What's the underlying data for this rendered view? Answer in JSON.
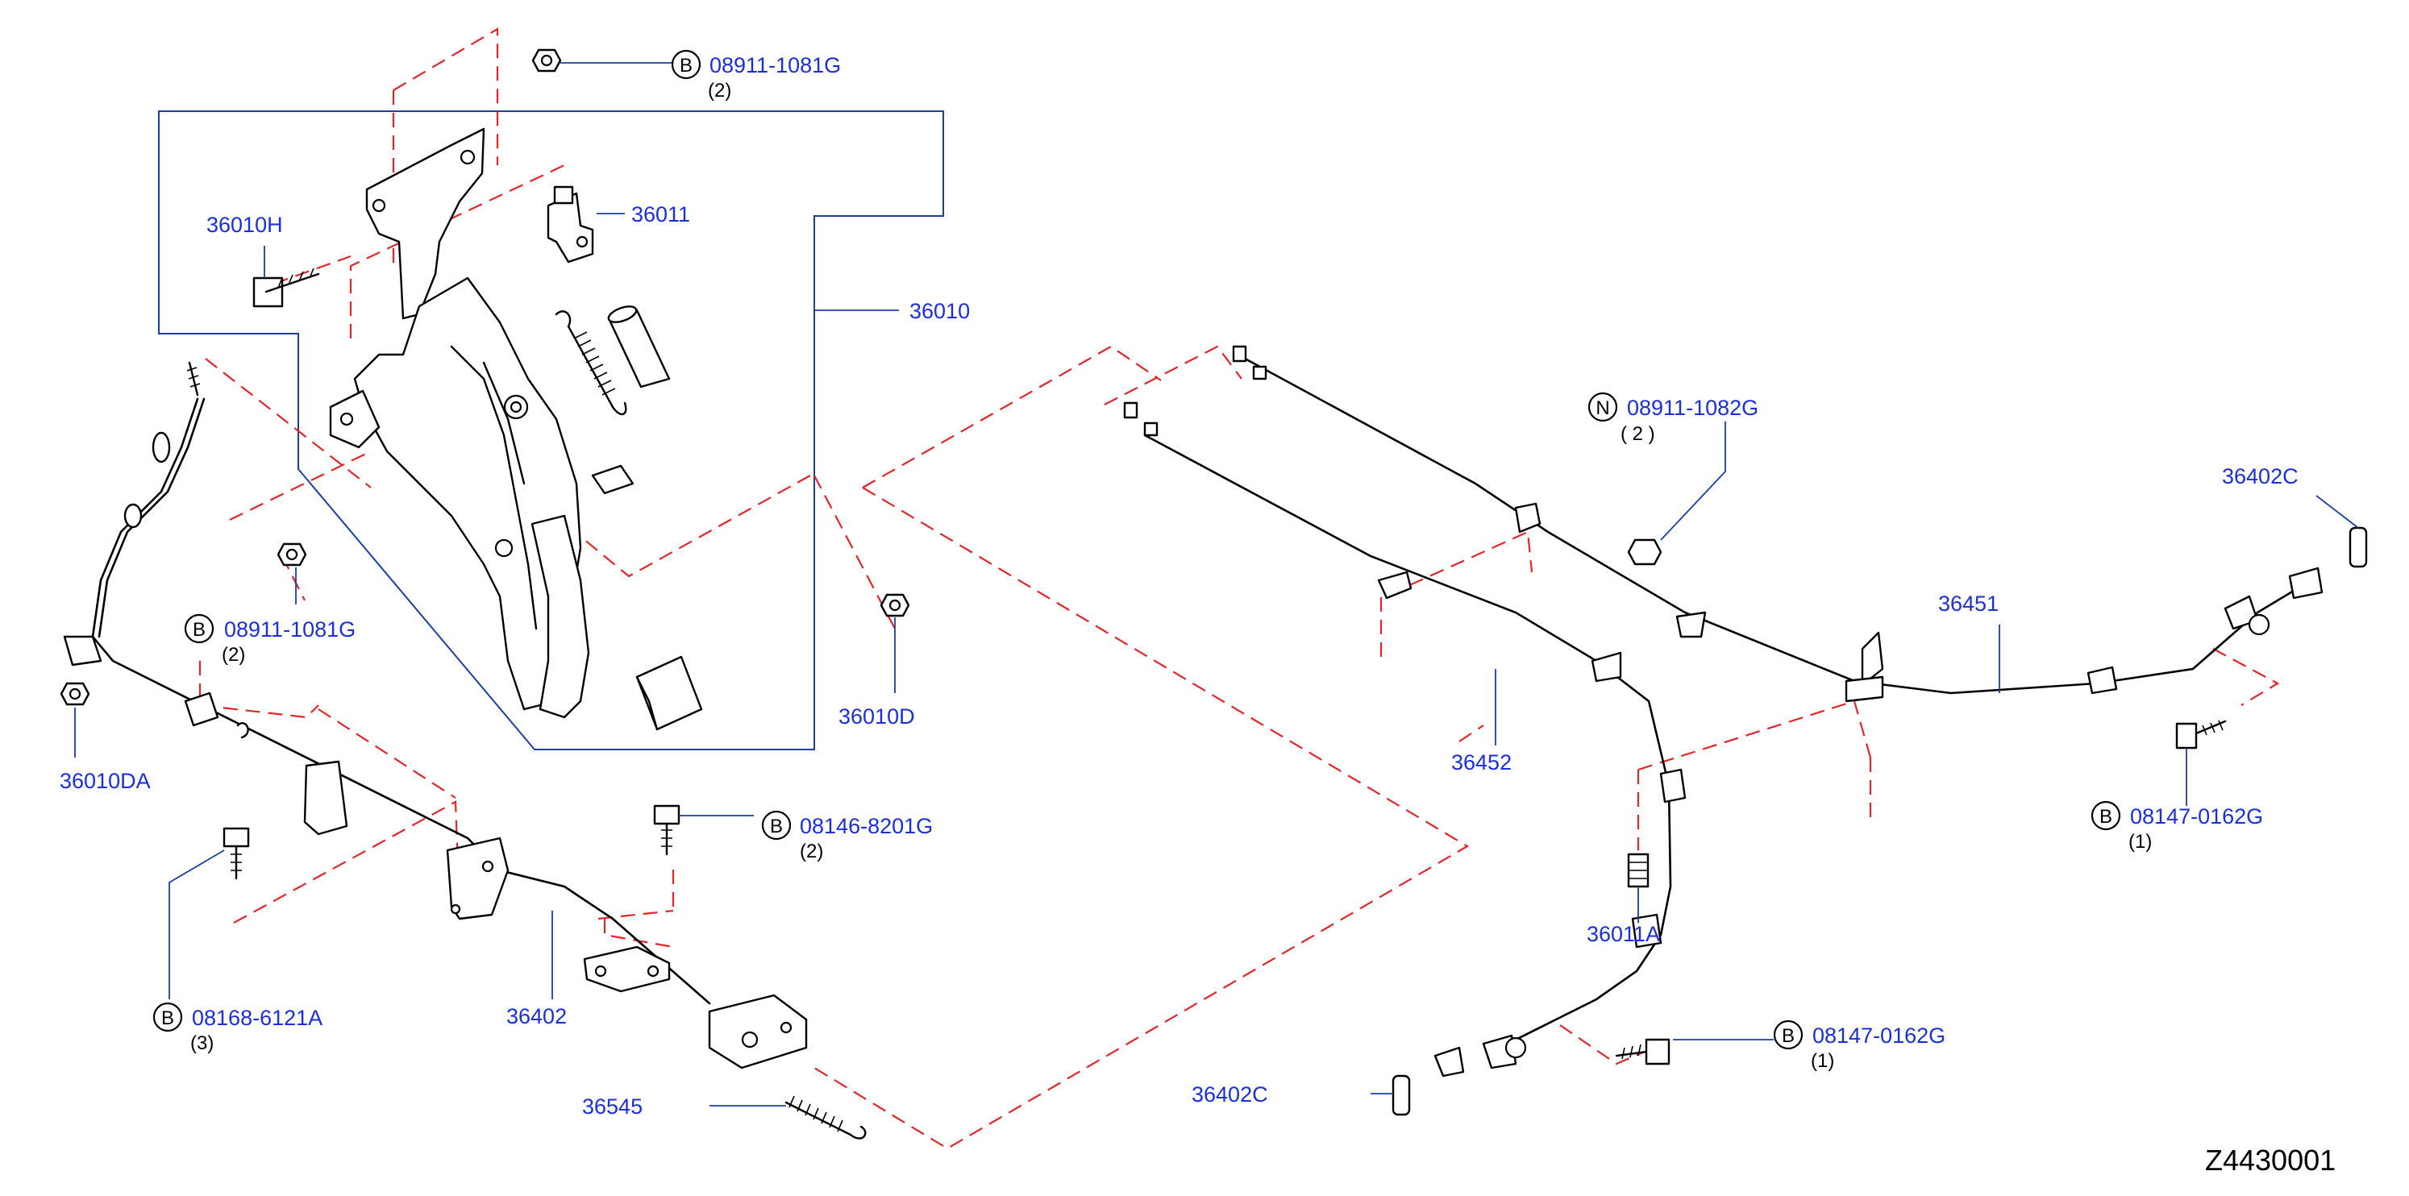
{
  "colors": {
    "part_number": "#1a2fd6",
    "leader": "#1a3f9e",
    "dashed_guide": "#e0262a",
    "outline": "#000000",
    "background": "#ffffff"
  },
  "labels": {
    "p36010H": "36010H",
    "p36011": "36011",
    "p36010": "36010",
    "p36010D": "36010D",
    "p36010DA": "36010DA",
    "p36402": "36402",
    "p36545": "36545",
    "p36402C_left": "36402C",
    "p36452": "36452",
    "p36451": "36451",
    "p36402C_right": "36402C",
    "p36011A": "36011A",
    "b08911_top": "08911-1081G",
    "b08911_mid": "08911-1081G",
    "b08146": "08146-8201G",
    "b08168": "08168-6121A",
    "n08911_1082": "08911-1082G",
    "b08147_right": "08147-0162G",
    "b08147_bottom": "08147-0162G"
  },
  "quantities": {
    "q08911_top": "(2)",
    "q08911_mid": "(2)",
    "q08146": "(2)",
    "q08168": "(3)",
    "q08911_1082": "(  2  )",
    "q08147_right": "(1)",
    "q08147_bottom": "(1)"
  },
  "markers": {
    "b": "B",
    "n": "N"
  },
  "diagram_code": "Z4430001"
}
